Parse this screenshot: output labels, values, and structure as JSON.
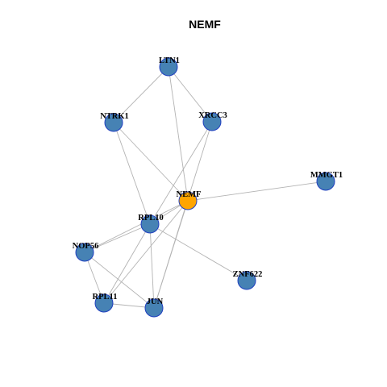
{
  "diagram": {
    "title": "NEMF",
    "colors": {
      "default_node": "#4682b4",
      "highlight_node": "#ffa500",
      "node_border": "#1f3fc0",
      "edge": "#b3b3b3",
      "text": "#000000"
    },
    "nodes": [
      {
        "id": "LTN1",
        "label": "LTN1",
        "highlight": false
      },
      {
        "id": "NTRK1",
        "label": "NTRK1",
        "highlight": false
      },
      {
        "id": "XRCC3",
        "label": "XRCC3",
        "highlight": false
      },
      {
        "id": "MMGT1",
        "label": "MMGT1",
        "highlight": false
      },
      {
        "id": "NEMF",
        "label": "NEMF",
        "highlight": true
      },
      {
        "id": "RPL10",
        "label": "RPL10",
        "highlight": false
      },
      {
        "id": "NOP56",
        "label": "NOP56",
        "highlight": false
      },
      {
        "id": "ZNF622",
        "label": "ZNF622",
        "highlight": false
      },
      {
        "id": "RPL11",
        "label": "RPL11",
        "highlight": false
      },
      {
        "id": "JUN",
        "label": "JUN",
        "highlight": false
      }
    ],
    "edges": [
      [
        "LTN1",
        "NTRK1"
      ],
      [
        "LTN1",
        "XRCC3"
      ],
      [
        "LTN1",
        "NEMF"
      ],
      [
        "NTRK1",
        "NEMF"
      ],
      [
        "NTRK1",
        "RPL10"
      ],
      [
        "XRCC3",
        "RPL10"
      ],
      [
        "XRCC3",
        "JUN"
      ],
      [
        "NEMF",
        "MMGT1"
      ],
      [
        "NEMF",
        "RPL10"
      ],
      [
        "NEMF",
        "NOP56"
      ],
      [
        "NEMF",
        "RPL11"
      ],
      [
        "NEMF",
        "JUN"
      ],
      [
        "RPL10",
        "NOP56"
      ],
      [
        "RPL10",
        "RPL11"
      ],
      [
        "RPL10",
        "JUN"
      ],
      [
        "RPL10",
        "ZNF622"
      ],
      [
        "NOP56",
        "RPL11"
      ],
      [
        "NOP56",
        "JUN"
      ],
      [
        "RPL11",
        "JUN"
      ]
    ]
  }
}
